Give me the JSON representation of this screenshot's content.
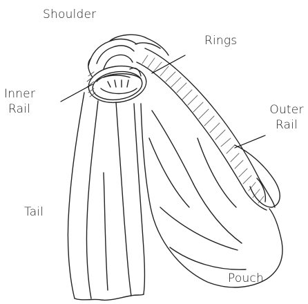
{
  "labels": {
    "shoulder": "Shoulder",
    "rings": "Rings",
    "inner_rail_line1": "Inner",
    "inner_rail_line2": "Rail",
    "outer_rail_line1": "Outer",
    "outer_rail_line2": "Rail",
    "tail": "Tail",
    "pouch": "Pouch"
  },
  "colors": {
    "ink": "#222222",
    "hatch": "#6a6a6a",
    "background": "#ffffff"
  }
}
